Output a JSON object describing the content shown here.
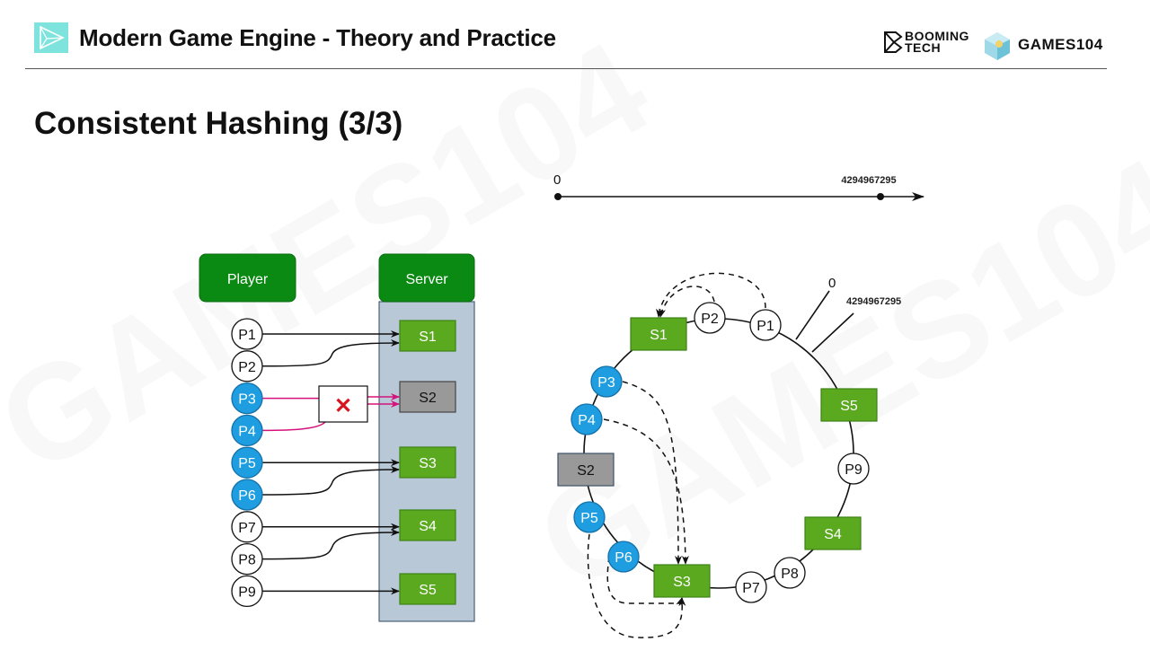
{
  "header": {
    "course_title": "Modern Game Engine - Theory and Practice",
    "brand_booming": "BOOMING\nTECH",
    "brand_games": "GAMES104"
  },
  "slide": {
    "title": "Consistent Hashing (3/3)"
  },
  "watermark_text": "GAMES104",
  "colors": {
    "server_green": "#5aa91f",
    "header_green": "#0a8a12",
    "server_failed_gray": "#999999",
    "player_blue": "#1e9ee0",
    "server_panel": "#b8c8d6",
    "failed_link_magenta": "#d6127a",
    "cross_red": "#d8141e",
    "accent_teal": "#7de3dc"
  },
  "table_view": {
    "player_header": "Player",
    "server_header": "Server",
    "players": [
      {
        "id": "P1",
        "affected": false,
        "target": "S1"
      },
      {
        "id": "P2",
        "affected": false,
        "target": "S1"
      },
      {
        "id": "P3",
        "affected": true,
        "target": "S2"
      },
      {
        "id": "P4",
        "affected": true,
        "target": "S2"
      },
      {
        "id": "P5",
        "affected": true,
        "target": "S3"
      },
      {
        "id": "P6",
        "affected": true,
        "target": "S3"
      },
      {
        "id": "P7",
        "affected": false,
        "target": "S4"
      },
      {
        "id": "P8",
        "affected": false,
        "target": "S4"
      },
      {
        "id": "P9",
        "affected": false,
        "target": "S5"
      }
    ],
    "servers": [
      {
        "id": "S1",
        "failed": false
      },
      {
        "id": "S2",
        "failed": true
      },
      {
        "id": "S3",
        "failed": false
      },
      {
        "id": "S4",
        "failed": false
      },
      {
        "id": "S5",
        "failed": false
      }
    ],
    "failure_marker": "✕"
  },
  "hash_line": {
    "start_label": "0",
    "end_label": "4294967295"
  },
  "ring": {
    "zero_label": "0",
    "max_label": "4294967295",
    "order": [
      "S1",
      "P2",
      "P1",
      "S5",
      "P9",
      "S4",
      "P8",
      "P7",
      "S3",
      "P6",
      "P5",
      "S2",
      "P4",
      "P3"
    ],
    "nodes": [
      {
        "id": "S1",
        "kind": "server",
        "failed": false
      },
      {
        "id": "P2",
        "kind": "player",
        "affected": false
      },
      {
        "id": "P1",
        "kind": "player",
        "affected": false
      },
      {
        "id": "S5",
        "kind": "server",
        "failed": false
      },
      {
        "id": "P9",
        "kind": "player",
        "affected": false
      },
      {
        "id": "S4",
        "kind": "server",
        "failed": false
      },
      {
        "id": "P8",
        "kind": "player",
        "affected": false
      },
      {
        "id": "P7",
        "kind": "player",
        "affected": false
      },
      {
        "id": "S3",
        "kind": "server",
        "failed": false
      },
      {
        "id": "P6",
        "kind": "player",
        "affected": true
      },
      {
        "id": "P5",
        "kind": "player",
        "affected": true
      },
      {
        "id": "S2",
        "kind": "server",
        "failed": true
      },
      {
        "id": "P4",
        "kind": "player",
        "affected": true
      },
      {
        "id": "P3",
        "kind": "player",
        "affected": true
      }
    ],
    "reassignments": [
      {
        "from": "P1",
        "to": "S1"
      },
      {
        "from": "P2",
        "to": "S1"
      },
      {
        "from": "P3",
        "to": "S3"
      },
      {
        "from": "P4",
        "to": "S3"
      },
      {
        "from": "P5",
        "to": "S3"
      },
      {
        "from": "P6",
        "to": "S3"
      }
    ]
  }
}
